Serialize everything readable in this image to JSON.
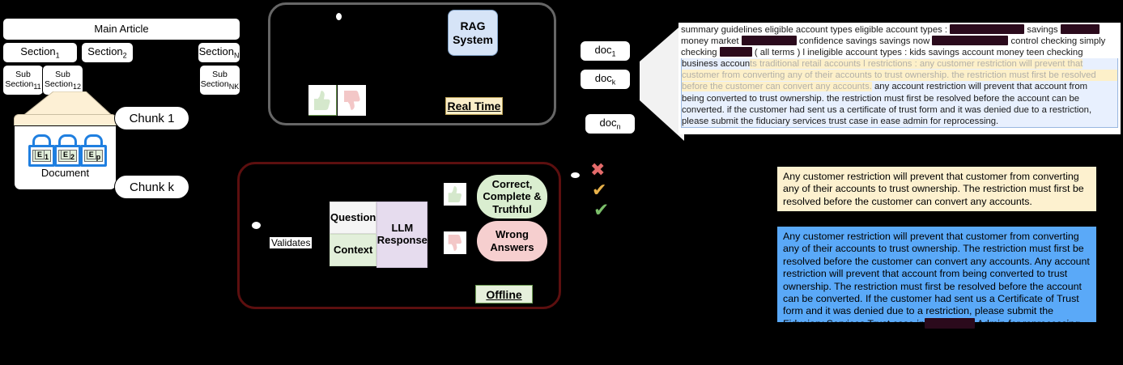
{
  "taxonomy": {
    "main_article": "Main Article",
    "sections": [
      "Section",
      "Section",
      "Section"
    ],
    "section_subs": [
      "1",
      "2",
      "N"
    ],
    "subsections": [
      "Sub",
      "Sub",
      "Sub"
    ],
    "subsection_lines": [
      "Section",
      "Section",
      "Section"
    ],
    "subsection_subs": [
      "11",
      "12",
      "NK"
    ],
    "document_label": "Document",
    "locks": [
      "E",
      "E",
      "E"
    ],
    "lock_subs": [
      "1",
      "2",
      "p"
    ],
    "chunks": [
      "Chunk 1",
      "Chunk k"
    ]
  },
  "realtime": {
    "rag_system": "RAG\nSystem",
    "rag_line1": "RAG",
    "rag_line2": "System",
    "stage_label": "Real Time",
    "thumb_up_icon": "thumbs-up-icon",
    "thumb_down_icon": "thumbs-down-icon"
  },
  "docs": {
    "items": [
      {
        "label": "doc",
        "sub": "1"
      },
      {
        "label": "doc",
        "sub": "k"
      },
      {
        "label": "doc",
        "sub": "n"
      }
    ]
  },
  "retrieved_panel": {
    "line1_a": "summary guidelines eligible account types eligible account types : ",
    "line1_b": " savings ",
    "line2_a": "money market ",
    "line2_b": " confidence savings savings now ",
    "line2_c": " control checking simply",
    "line3_a": "checking ",
    "line3_b": " ( all terms ) l ineligible account types : kids savings account money teen checking",
    "line4_a": "business accoun",
    "line4_b": "ts traditional retail accounts l restrictions : any customer restriction will prevent that",
    "line5": "customer from converting any of their accounts to trust ownership. the restriction must first be resolved",
    "line6_a": "before the customer can convert any accounts.",
    "line6_b": " any account restriction will prevent that account from",
    "line7": "being converted to trust ownership. the restriction must first be resolved before the account can be",
    "line8": "converted. if the customer had sent us a certificate of trust form and it was denied due to a restriction,",
    "line9": "please submit the fiduciary services trust case in ease admin for reprocessing."
  },
  "offline": {
    "validates_label": "Validates",
    "question_label": "Question",
    "context_label": "Context",
    "llm_response_line1": "LLM",
    "llm_response_line2": "Response",
    "correct_line1": "Correct,",
    "correct_line2": "Complete &",
    "correct_line3": "Truthful",
    "wrong_line1": "Wrong",
    "wrong_line2": "Answers",
    "stage_label": "Offline",
    "thumb_up_icon": "thumbs-up-icon",
    "thumb_down_icon": "thumbs-down-icon"
  },
  "verdicts": {
    "cross_icon": "cross-mark-icon",
    "cross_glyph": "✖",
    "check_partial_icon": "check-mark-partial-icon",
    "check_partial_glyph": "✔",
    "check_good_icon": "check-mark-good-icon",
    "check_good_glyph": "✔",
    "cross_color": "#e46b6b",
    "partial_color": "#e8b24a",
    "good_color": "#7bbf6a"
  },
  "answers": {
    "short_answer": "Any customer restriction will prevent that customer from converting any of their accounts to trust ownership. The restriction must first be resolved before the customer can convert any accounts.",
    "long_answer_a": "Any customer restriction will prevent that customer from converting any of their accounts to trust ownership. The restriction must first be resolved before the customer can convert any accounts. Any account restriction will prevent that account from being converted to trust ownership. The restriction must first be resolved before the account can be converted. If the customer had sent us a Certificate of Trust form and it was denied due to a restriction, please submit the Fiduciary Services Trust case in",
    "long_answer_b": "Admin for reprocessing."
  },
  "colors": {
    "realtime_border": "#666666",
    "offline_border": "#5c0f0f",
    "redaction": "#2b0a1c",
    "highlight": "#fdf0c9",
    "panel_blue": "#e8f0fe",
    "answer_yellow": "#fdf1cf",
    "answer_blue": "#5aa9f8"
  }
}
